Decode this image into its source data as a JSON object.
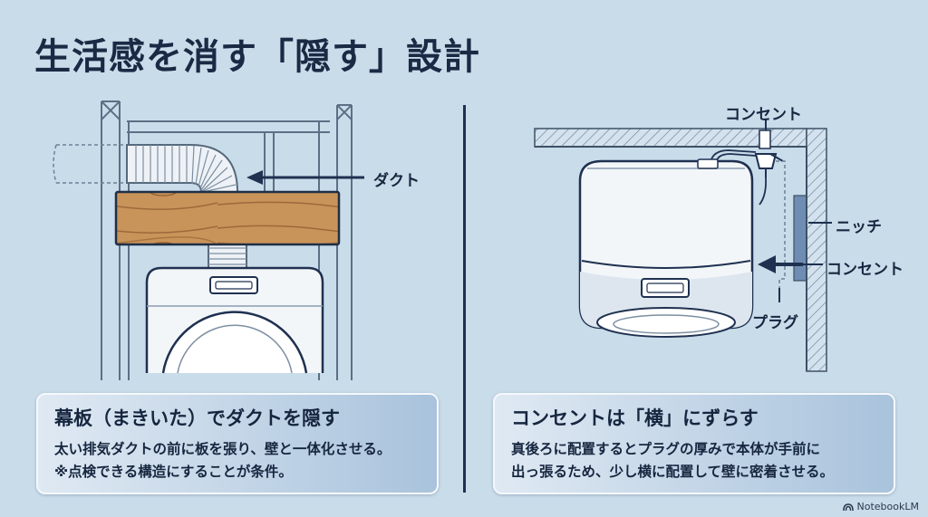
{
  "title": "生活感を消す「隠す」設計",
  "left": {
    "duct_label": "ダクト",
    "card": {
      "title": "幕板（まきいた）でダクトを隠す",
      "body": "太い排気ダクトの前に板を張り、壁と一体化させる。\n※点検できる構造にすることが条件。"
    }
  },
  "right": {
    "outlet_top_label": "コンセント",
    "niche_label": "ニッチ",
    "outlet_side_label": "コンセント",
    "plug_label": "プラグ",
    "card": {
      "title": "コンセントは「横」にずらす",
      "body": "真後ろに配置するとプラグの厚みで本体が手前に\n出っ張るため、少し横に配置して壁に密着させる。"
    }
  },
  "brand": "NotebookLM",
  "colors": {
    "background": "#c9dcea",
    "navy": "#1a2a44",
    "wood": "#c9945a"
  }
}
